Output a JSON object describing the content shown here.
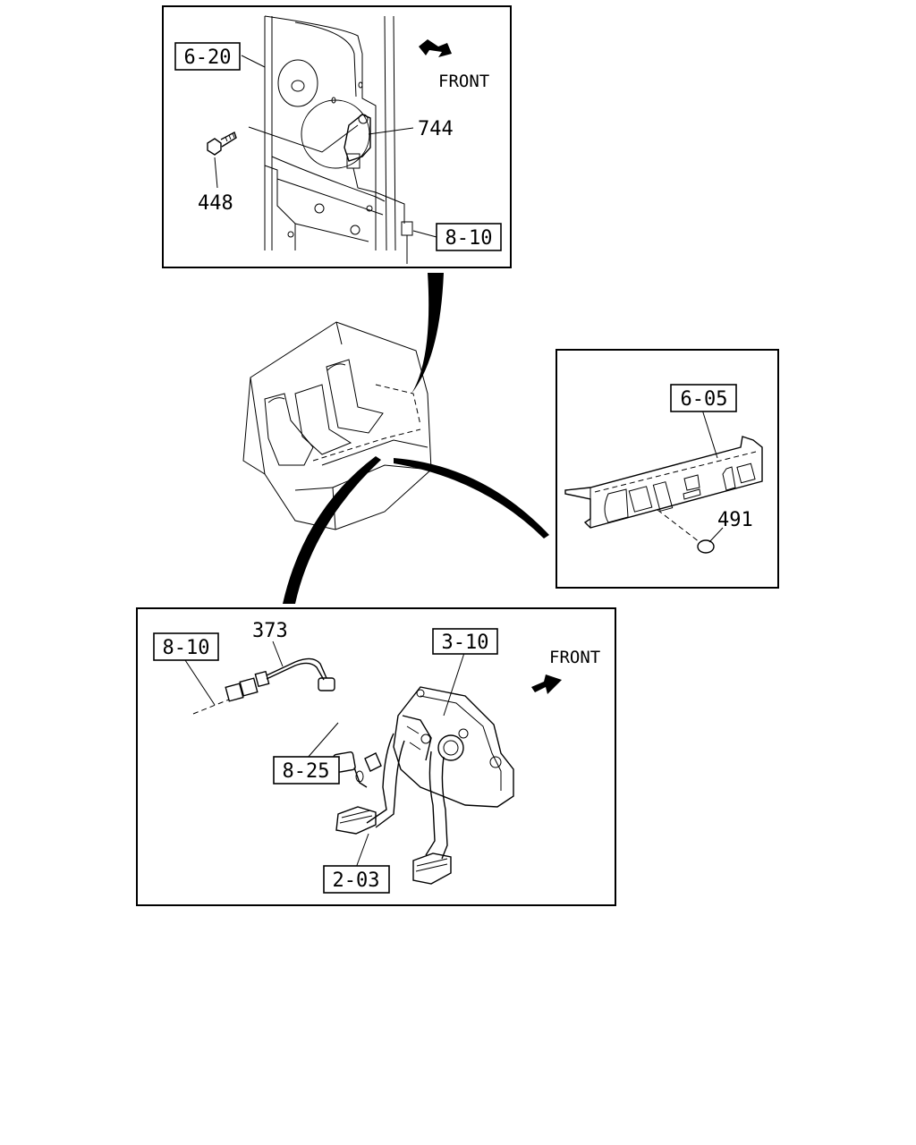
{
  "top_panel": {
    "labels": {
      "ref_6_20": "6-20",
      "front": "FRONT",
      "part_744": "744",
      "part_448": "448",
      "ref_8_10": "8-10"
    }
  },
  "right_panel": {
    "labels": {
      "ref_6_05": "6-05",
      "part_491": "491"
    }
  },
  "bottom_panel": {
    "labels": {
      "ref_8_10": "8-10",
      "part_373": "373",
      "ref_3_10": "3-10",
      "front": "FRONT",
      "ref_8_25": "8-25",
      "ref_2_03": "2-03"
    }
  }
}
